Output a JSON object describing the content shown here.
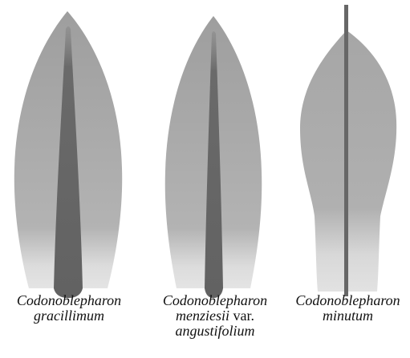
{
  "colors": {
    "leaf_gray": "#a8a8a8",
    "leaf_base": "#d8d8d8",
    "costa": "#666666"
  },
  "leaves": [
    {
      "genus": "Codonoblepharon",
      "epithet": "gracillimum",
      "costa_type": "broad costa, ending below apex"
    },
    {
      "genus": "Codonoblepharon",
      "epithet": "menziesii",
      "rank": "var.",
      "infra": "angustifolium",
      "costa_type": "broad costa, ending below apex"
    },
    {
      "genus": "Codonoblepharon",
      "epithet": "minutum",
      "costa_type": "narrow costa, excurrent"
    }
  ]
}
